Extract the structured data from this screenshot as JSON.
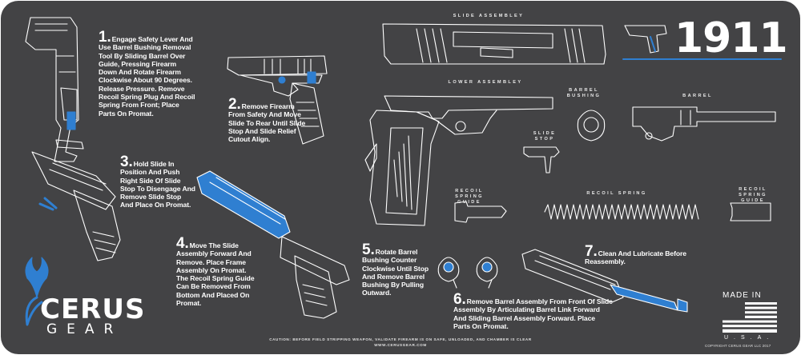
{
  "title": "1911",
  "brand": {
    "name": "CERUS",
    "sub": "GEAR"
  },
  "labels": {
    "slide_assembly": "SLIDE ASSEMBLEY",
    "lower_assembly": "LOWER ASSEMBLEY",
    "barrel_bushing": "BARREL BUSHING",
    "barrel": "BARREL",
    "slide_stop": "SLIDE STOP",
    "recoil_spring_guide_left": "RECOIL SPRING GUIDE",
    "recoil_spring": "RECOIL SPRING",
    "recoil_spring_guide_right": "RECOIL SPRING GUIDE"
  },
  "steps": [
    {
      "num": "1.",
      "text": "Engage Safety Lever And Use Barrel Bushing Removal Tool By Sliding Barrel Over Guide, Pressing Firearm Down And Rotate Firearm Clockwise About 90 Degrees. Release Pressure. Remove Recoil Spring Plug And Recoil Spring From Front; Place Parts On Promat."
    },
    {
      "num": "2.",
      "text": "Remove Firearm From Safety And Move Slide To Rear Until Slide Stop And Slide Relief Cutout Align."
    },
    {
      "num": "3.",
      "text": "Hold Slide In Position And Push Right Side Of Slide Stop To Disengage And Remove Slide Stop And Place On Promat."
    },
    {
      "num": "4.",
      "text": "Move The Slide Assembly Forward And Remove. Place Frame Assembly On Promat. The Recoil Spring Guide Can Be Removed From Bottom And Placed On Promat."
    },
    {
      "num": "5.",
      "text": "Rotate Barrel Bushing Counter Clockwise Until Stop And Remove Barrel Bushing By Pulling Outward."
    },
    {
      "num": "6.",
      "text": "Remove Barrel Assembly From Front Of Slide Assembly By Articulating Barrel Link Forward And Sliding Barrel Assembly Forward. Place Parts On Promat."
    },
    {
      "num": "7.",
      "text": "Clean And Lubricate Before Reassembly."
    }
  ],
  "caution": "CAUTION: BEFORE FIELD STRIPPING WEAPON, VALIDATE FIREARM IS ON SAFE, UNLOADED, AND CHAMBER IS CLEAR",
  "website": "WWW.CERUSGEAR.COM",
  "made_in": "MADE IN",
  "usa": "U.S.A.",
  "copyright": "COPYRIGHT CERUS GEAR LLC 2017",
  "colors": {
    "mat": "#434345",
    "line": "#ffffff",
    "accent": "#2f7fd1",
    "white": "#ffffff"
  },
  "icons": {
    "logo": "bull-horns-icon",
    "flag": "us-flag-icon"
  }
}
